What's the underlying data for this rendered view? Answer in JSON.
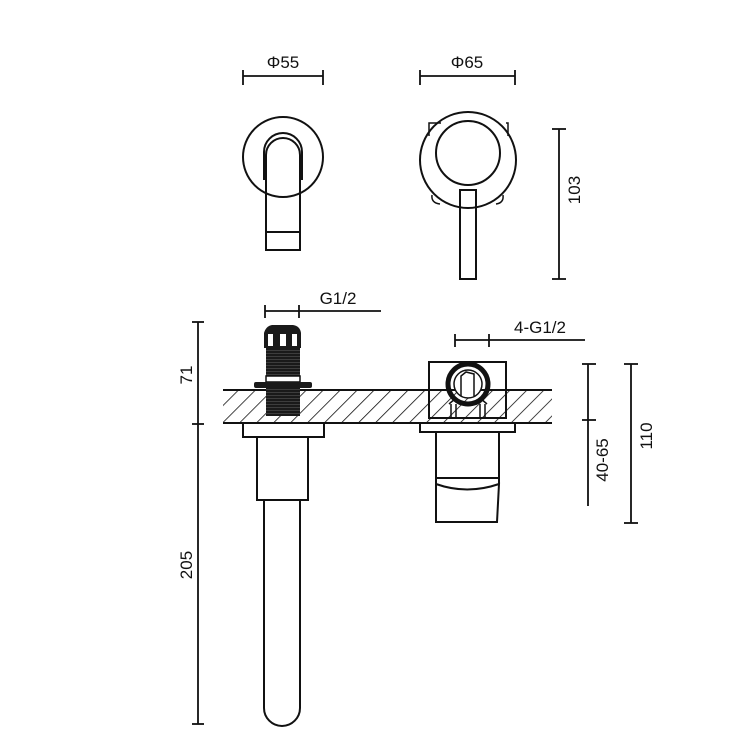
{
  "drawing": {
    "title": "Wall-mounted basin mixer technical drawing",
    "colors": {
      "line": "#111111",
      "background": "#ffffff",
      "thread": "#1a1a1a"
    },
    "views": {
      "top_left": {
        "name": "Spout front view",
        "dimension": {
          "label": "Φ55",
          "orientation": "horizontal"
        }
      },
      "top_right": {
        "name": "Mixer front view",
        "dimension_width": {
          "label": "Φ65",
          "orientation": "horizontal"
        },
        "dimension_height": {
          "label": "103",
          "orientation": "vertical"
        }
      },
      "bottom_left": {
        "name": "Spout side section",
        "thread": {
          "label": "G1/2"
        },
        "dimension_upper": {
          "label": "71",
          "orientation": "vertical"
        },
        "dimension_lower": {
          "label": "205",
          "orientation": "vertical"
        }
      },
      "bottom_right": {
        "name": "Mixer side section",
        "thread": {
          "label": "4-G1/2"
        },
        "dimension_inner": {
          "label": "40-65",
          "orientation": "vertical"
        },
        "dimension_outer": {
          "label": "110",
          "orientation": "vertical"
        }
      }
    },
    "wall": {
      "name": "Wall section (hatched)"
    }
  }
}
